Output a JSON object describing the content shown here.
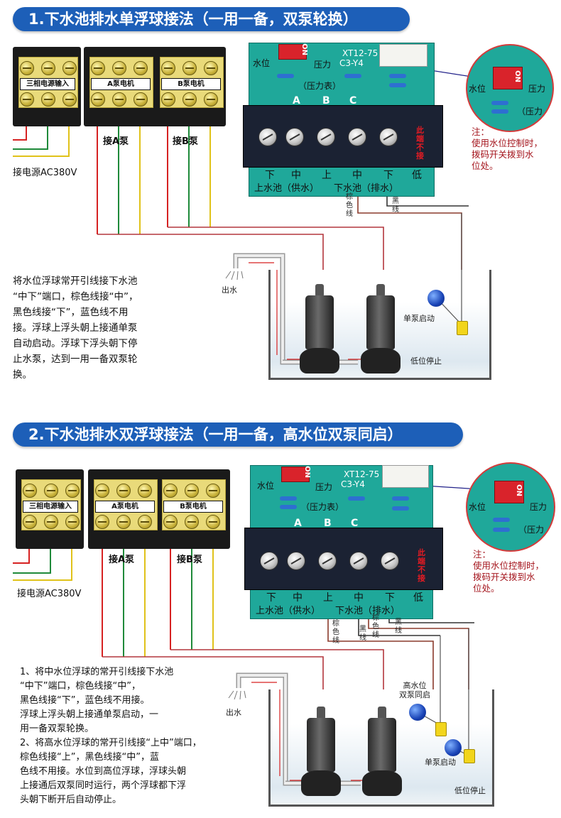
{
  "section1": {
    "title": "1.下水池排水单浮球接法（一用一备，双泵轮换）",
    "terminal_labels": [
      "三相电源输入",
      "A泵电机",
      "B泵电机"
    ],
    "pump_labels": [
      "接A泵",
      "接B泵"
    ],
    "power_label": "接电源AC380V",
    "board": {
      "model": "XT12-75",
      "sub_model": "C3-Y4",
      "water_level": "水位",
      "pressure": "压力",
      "pressure_gauge": "（压力表）",
      "columns": [
        "A",
        "B",
        "C"
      ],
      "bottom_labels": [
        "下",
        "中",
        "上",
        "中",
        "下",
        "低"
      ],
      "tank_labels": [
        "上水池（供水）",
        "下水池（排水）"
      ],
      "no_connect": "此端不接",
      "switch_on": "ON"
    },
    "zoom": {
      "water_level": "水位",
      "pressure": "压力",
      "pressure2": "（压力",
      "switch_on": "ON"
    },
    "note": "注：\n使用水位控制时，\n拨码开关拨到水\n位处。",
    "wire_brown": "棕\n色\n线",
    "wire_black": "黑\n线",
    "outlet": "出水",
    "single_start": "单泵启动",
    "low_stop": "低位停止",
    "description": "将水位浮球常开引线接下水池\n“中下”端口，棕色线接“中”，\n黑色线接“下”，蓝色线不用\n接。浮球上浮头朝上接通单泵\n自动启动。浮球下浮头朝下停\n止水泵，达到一用一备双泵轮\n换。"
  },
  "section2": {
    "title": "2.下水池排水双浮球接法（一用一备，高水位双泵同启）",
    "terminal_labels": [
      "三相电源输入",
      "A泵电机",
      "B泵电机"
    ],
    "pump_labels": [
      "接A泵",
      "接B泵"
    ],
    "power_label": "接电源AC380V",
    "board": {
      "model": "XT12-75",
      "sub_model": "C3-Y4",
      "water_level": "水位",
      "pressure": "压力",
      "pressure_gauge": "（压力表）",
      "columns": [
        "A",
        "B",
        "C"
      ],
      "bottom_labels": [
        "下",
        "中",
        "上",
        "中",
        "下",
        "低"
      ],
      "tank_labels": [
        "上水池（供水）",
        "下水池（排水）"
      ],
      "no_connect": "此端不接",
      "switch_on": "ON"
    },
    "zoom": {
      "water_level": "水位",
      "pressure": "压力",
      "pressure2": "（压力",
      "switch_on": "ON"
    },
    "note": "注：\n使用水位控制时，\n拨码开关拨到水\n位处。",
    "wire_brown1": "棕\n色\n线",
    "wire_black1": "黑\n线",
    "wire_brown2": "棕\n色\n线",
    "wire_black2": "黑\n线",
    "outlet": "出水",
    "high_start": "高水位\n双泵同启",
    "single_start": "单泵启动",
    "low_stop": "低位停止",
    "description": "1、将中水位浮球的常开引线接下水池\n    “中下”端口，棕色线接“中”，\n    黑色线接“下”，蓝色线不用接。\n    浮球上浮头朝上接通单泵启动，一\n    用一备双泵轮换。\n2、将高水位浮球的常开引线接“上中”端口，\n    棕色线接“上”，黑色线接“中”，蓝\n    色线不用接。水位到高位浮球，浮球头朝\n    上接通后双泵同时运行，两个浮球都下浮\n    头朝下断开后自动停止。"
  }
}
